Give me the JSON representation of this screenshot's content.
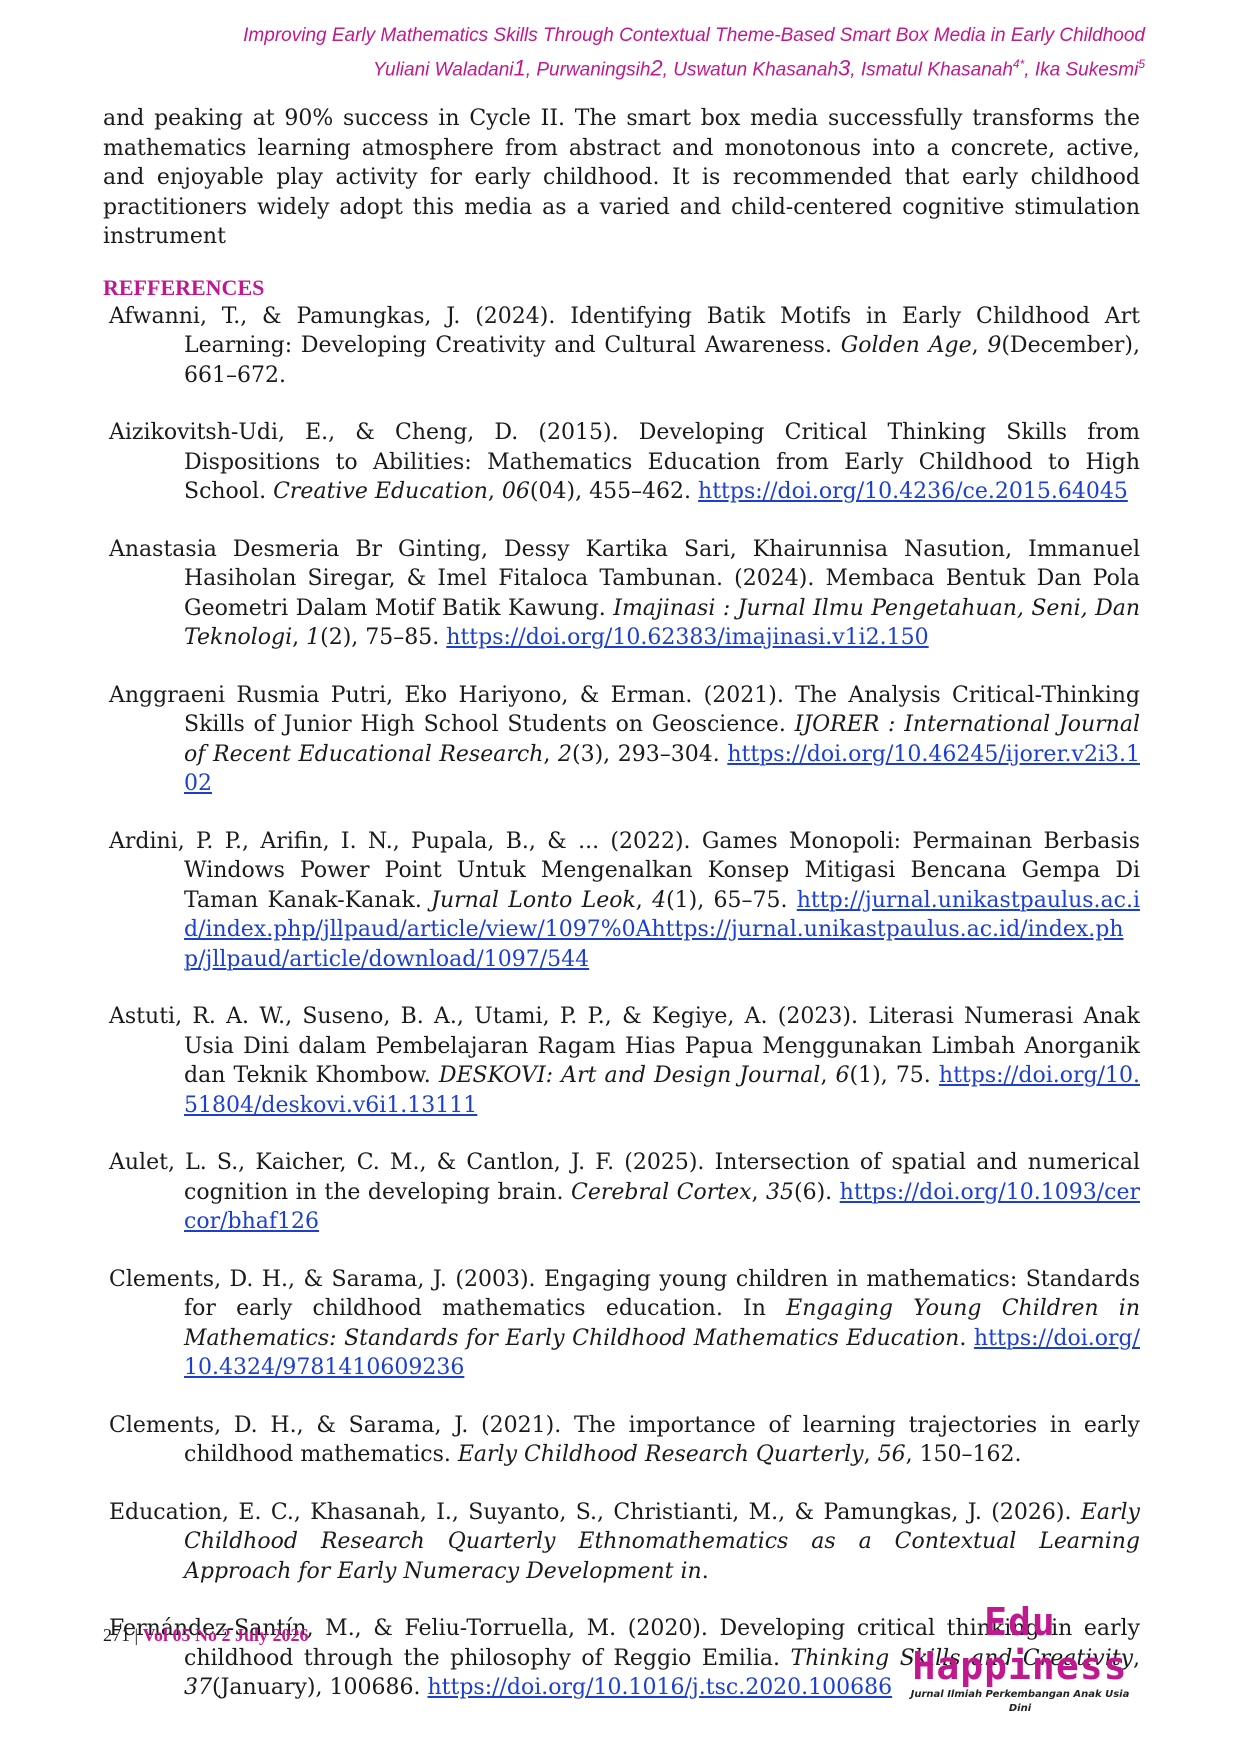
{
  "running_head": {
    "title": "Improving Early Mathematics Skills Through Contextual Theme-Based Smart Box Media in Early Childhood",
    "authors": [
      {
        "name": "Yuliani Waladani",
        "mark": "1"
      },
      {
        "name": "Purwaningsih",
        "mark": "2"
      },
      {
        "name": "Uswatun Khasanah",
        "mark": "3"
      },
      {
        "name": "Ismatul Khasanah",
        "mark": "4*"
      },
      {
        "name": "Ika Sukesmi",
        "mark": "5"
      }
    ]
  },
  "intro_text": "and peaking at 90% success in Cycle II. The smart box media successfully transforms the mathematics learning atmosphere from abstract and monotonous into a concrete, active, and enjoyable play activity for early childhood. It is recommended that early childhood practitioners widely adopt this media as a varied and child-centered cognitive stimulation instrument",
  "references_heading": "REFFERENCES",
  "references": [
    {
      "pre": "Afwanni, T., & Pamungkas, J. (2024). Identifying Batik Motifs in Early Childhood Art Learning: Developing Creativity and Cultural Awareness. ",
      "journal": "Golden Age",
      "mid": ", ",
      "volume": "9",
      "post": "(December), 661–672.",
      "link": ""
    },
    {
      "pre": "Aizikovitsh-Udi, E., & Cheng, D. (2015). Developing Critical Thinking Skills from Dispositions to Abilities: Mathematics Education from Early Childhood to High School. ",
      "journal": "Creative Education",
      "mid": ", ",
      "volume": "06",
      "post": "(04), 455–462. ",
      "link": "https://doi.org/10.4236/ce.2015.64045"
    },
    {
      "pre": "Anastasia Desmeria Br Ginting, Dessy Kartika Sari, Khairunnisa Nasution, Immanuel Hasiholan Siregar, & Imel Fitaloca Tambunan. (2024). Membaca Bentuk Dan Pola Geometri Dalam Motif Batik Kawung. ",
      "journal": "Imajinasi : Jurnal Ilmu Pengetahuan, Seni, Dan Teknologi",
      "mid": ", ",
      "volume": "1",
      "post": "(2), 75–85. ",
      "link": "https://doi.org/10.62383/imajinasi.v1i2.150"
    },
    {
      "pre": "Anggraeni Rusmia Putri, Eko Hariyono, & Erman. (2021). The Analysis Critical-Thinking Skills of Junior High School Students on Geoscience. ",
      "journal": "IJORER : International Journal of Recent Educational Research",
      "mid": ", ",
      "volume": "2",
      "post": "(3), 293–304. ",
      "link": "https://doi.org/10.46245/ijorer.v2i3.102"
    },
    {
      "pre": "Ardini, P. P., Arifin, I. N., Pupala, B., & ... (2022). Games Monopoli: Permainan Berbasis Windows Power Point Untuk Mengenalkan Konsep Mitigasi Bencana Gempa Di Taman Kanak-Kanak. ",
      "journal": "Jurnal Lonto Leok",
      "mid": ", ",
      "volume": "4",
      "post": "(1), 65–75. ",
      "link": "http://jurnal.unikastpaulus.ac.id/index.php/jllpaud/article/view/1097%0Ahttps://jurnal.unikastpaulus.ac.id/index.php/jllpaud/article/download/1097/544"
    },
    {
      "pre": "Astuti, R. A. W., Suseno, B. A., Utami, P. P., & Kegiye, A. (2023). Literasi Numerasi Anak Usia Dini dalam Pembelajaran Ragam Hias Papua Menggunakan Limbah Anorganik dan Teknik Khombow. ",
      "journal": "DESKOVI: Art and Design Journal",
      "mid": ", ",
      "volume": "6",
      "post": "(1), 75. ",
      "link": "https://doi.org/10.51804/deskovi.v6i1.13111"
    },
    {
      "pre": "Aulet, L. S., Kaicher, C. M., & Cantlon, J. F. (2025). Intersection of spatial and numerical cognition in the developing brain. ",
      "journal": "Cerebral Cortex",
      "mid": ", ",
      "volume": "35",
      "post": "(6). ",
      "link": "https://doi.org/10.1093/cercor/bhaf126"
    },
    {
      "pre": "Clements, D. H., & Sarama, J. (2003). Engaging young children in mathematics: Standards for early childhood mathematics education. In ",
      "journal": "Engaging Young Children in Mathematics: Standards for Early Childhood Mathematics Education",
      "mid": ". ",
      "volume": "",
      "post": "",
      "link": "https://doi.org/10.4324/9781410609236"
    },
    {
      "pre": "Clements, D. H., & Sarama, J. (2021). The importance of learning trajectories in early childhood mathematics. ",
      "journal": "Early Childhood Research Quarterly",
      "mid": ", ",
      "volume": "56",
      "post": ", 150–162.",
      "link": ""
    },
    {
      "pre": "Education, E. C., Khasanah, I., Suyanto, S., Christianti, M., & Pamungkas, J. (2026). ",
      "journal": "Early Childhood Research Quarterly Ethnomathematics as a Contextual Learning Approach for Early Numeracy Development in",
      "mid": ".",
      "volume": "",
      "post": "",
      "link": ""
    },
    {
      "pre": "Fernández-Santín, M., & Feliu-Torruella, M. (2020). Developing critical thinking in early childhood through the philosophy of Reggio Emilia. ",
      "journal": "Thinking Skills and Creativity",
      "mid": ", ",
      "volume": "37",
      "post": "(January), 100686. ",
      "link": "https://doi.org/10.1016/j.tsc.2020.100686"
    }
  ],
  "footer": {
    "page_number": "271",
    "separator": " | ",
    "volume_info": "Vol 05 No 2  July 2026"
  },
  "logo": {
    "name": "Edu Happiness",
    "tagline": "Jurnal Ilmiah Perkembangan Anak Usia Dini"
  },
  "colors": {
    "accent": "#c0188f",
    "link": "#1a3fd1",
    "text": "#1a1a1a"
  }
}
